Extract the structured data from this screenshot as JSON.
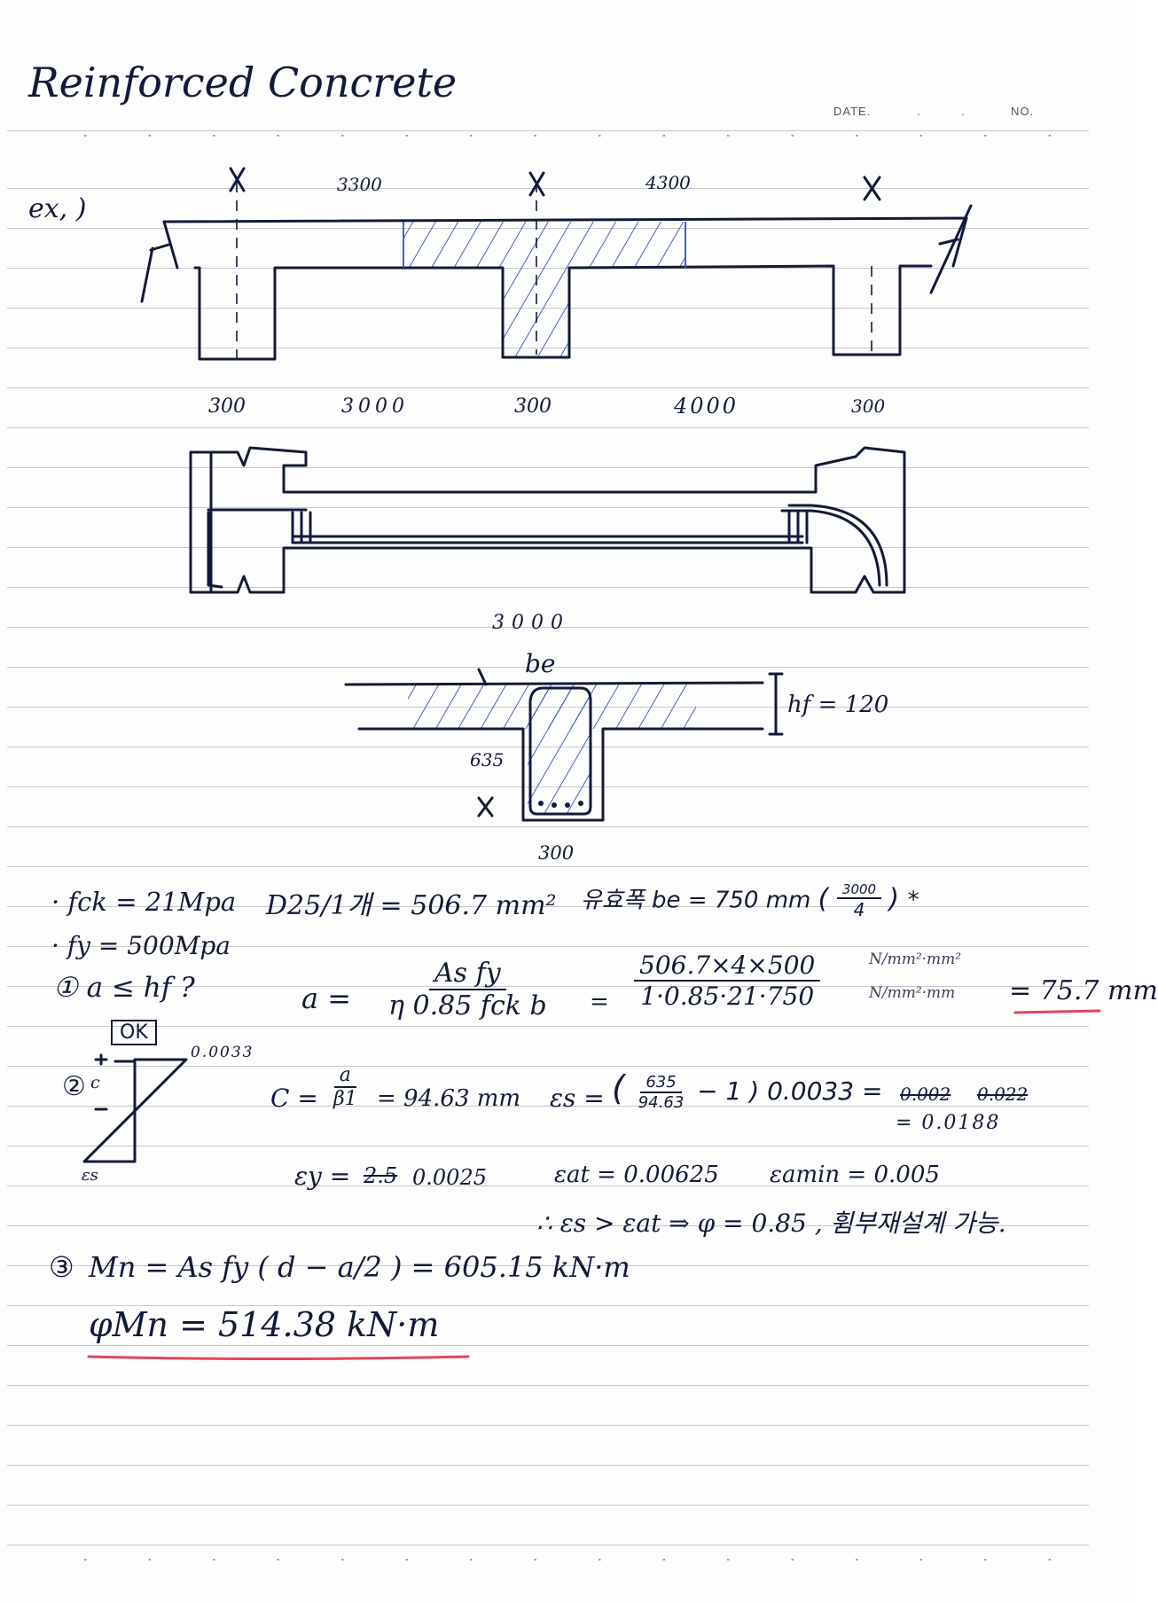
{
  "header": {
    "title": "Reinforced Concrete",
    "date_label": "DATE.",
    "date_sep1": ".",
    "date_sep2": ".",
    "no_label": "NO."
  },
  "example": {
    "label": "ex, )",
    "span_top_1": "3300",
    "span_top_2": "4300",
    "dim_col_1": "300",
    "dim_clear_1": "3000",
    "dim_col_2": "300",
    "dim_clear_2": "4000",
    "dim_col_3": "300",
    "slab_span": "3000",
    "be_label": "be",
    "hf_label": "hf = 120",
    "d_label": "635",
    "bw_label": "300"
  },
  "givens": {
    "fck": "· fck = 21Mpa",
    "fy": "· fy = 500Mpa",
    "bar": "D25/1개 = 506.7 mm²",
    "be": "유효폭 be = 750 mm",
    "be_frac_num": "3000",
    "be_frac_den": "4",
    "be_mark": "*"
  },
  "step1": {
    "label": "① a ≤ hf ?",
    "ok": "OK",
    "a_eq": "a =",
    "a_num": "As fy",
    "a_den": "η 0.85 fck b",
    "eq2": "=",
    "calc_num": "506.7×4×500",
    "calc_den": "1·0.85·21·750",
    "unit_num": "N/mm²·mm²",
    "unit_den": "N/mm²·mm",
    "result": "= 75.7 mm"
  },
  "step2": {
    "label": "②",
    "strain_top": "0.0033",
    "c_label": "c",
    "es_label": "εs",
    "c_eq": "C =",
    "c_num": "a",
    "c_den": "β1",
    "c_val": "= 94.63 mm",
    "es_eq": "εs =",
    "es_num": "635",
    "es_den": "94.63",
    "es_rest": "− 1 ) 0.0033 =",
    "es_struck_1": "0.002",
    "es_struck_2": "0.022",
    "es_val": "= 0.0188",
    "ey_eq": "εy =",
    "ey_struck": "2.5",
    "ey_val": "0.0025",
    "eat": "εat = 0.00625",
    "eamin": "εamin = 0.005",
    "conclusion": "∴ εs > εat ⇒ φ = 0.85 , 휨부재설계 가능."
  },
  "step3": {
    "label": "③",
    "mn_eq": "Mn = As fy ( d − a/2 ) = 605.15 kN·m",
    "phi_mn": "φMn = 514.38 kN·m"
  },
  "colors": {
    "ink": "#121a3a",
    "hatch": "#2a4fc8",
    "underline": "#e0475c",
    "rule": "#c8c8c8"
  }
}
